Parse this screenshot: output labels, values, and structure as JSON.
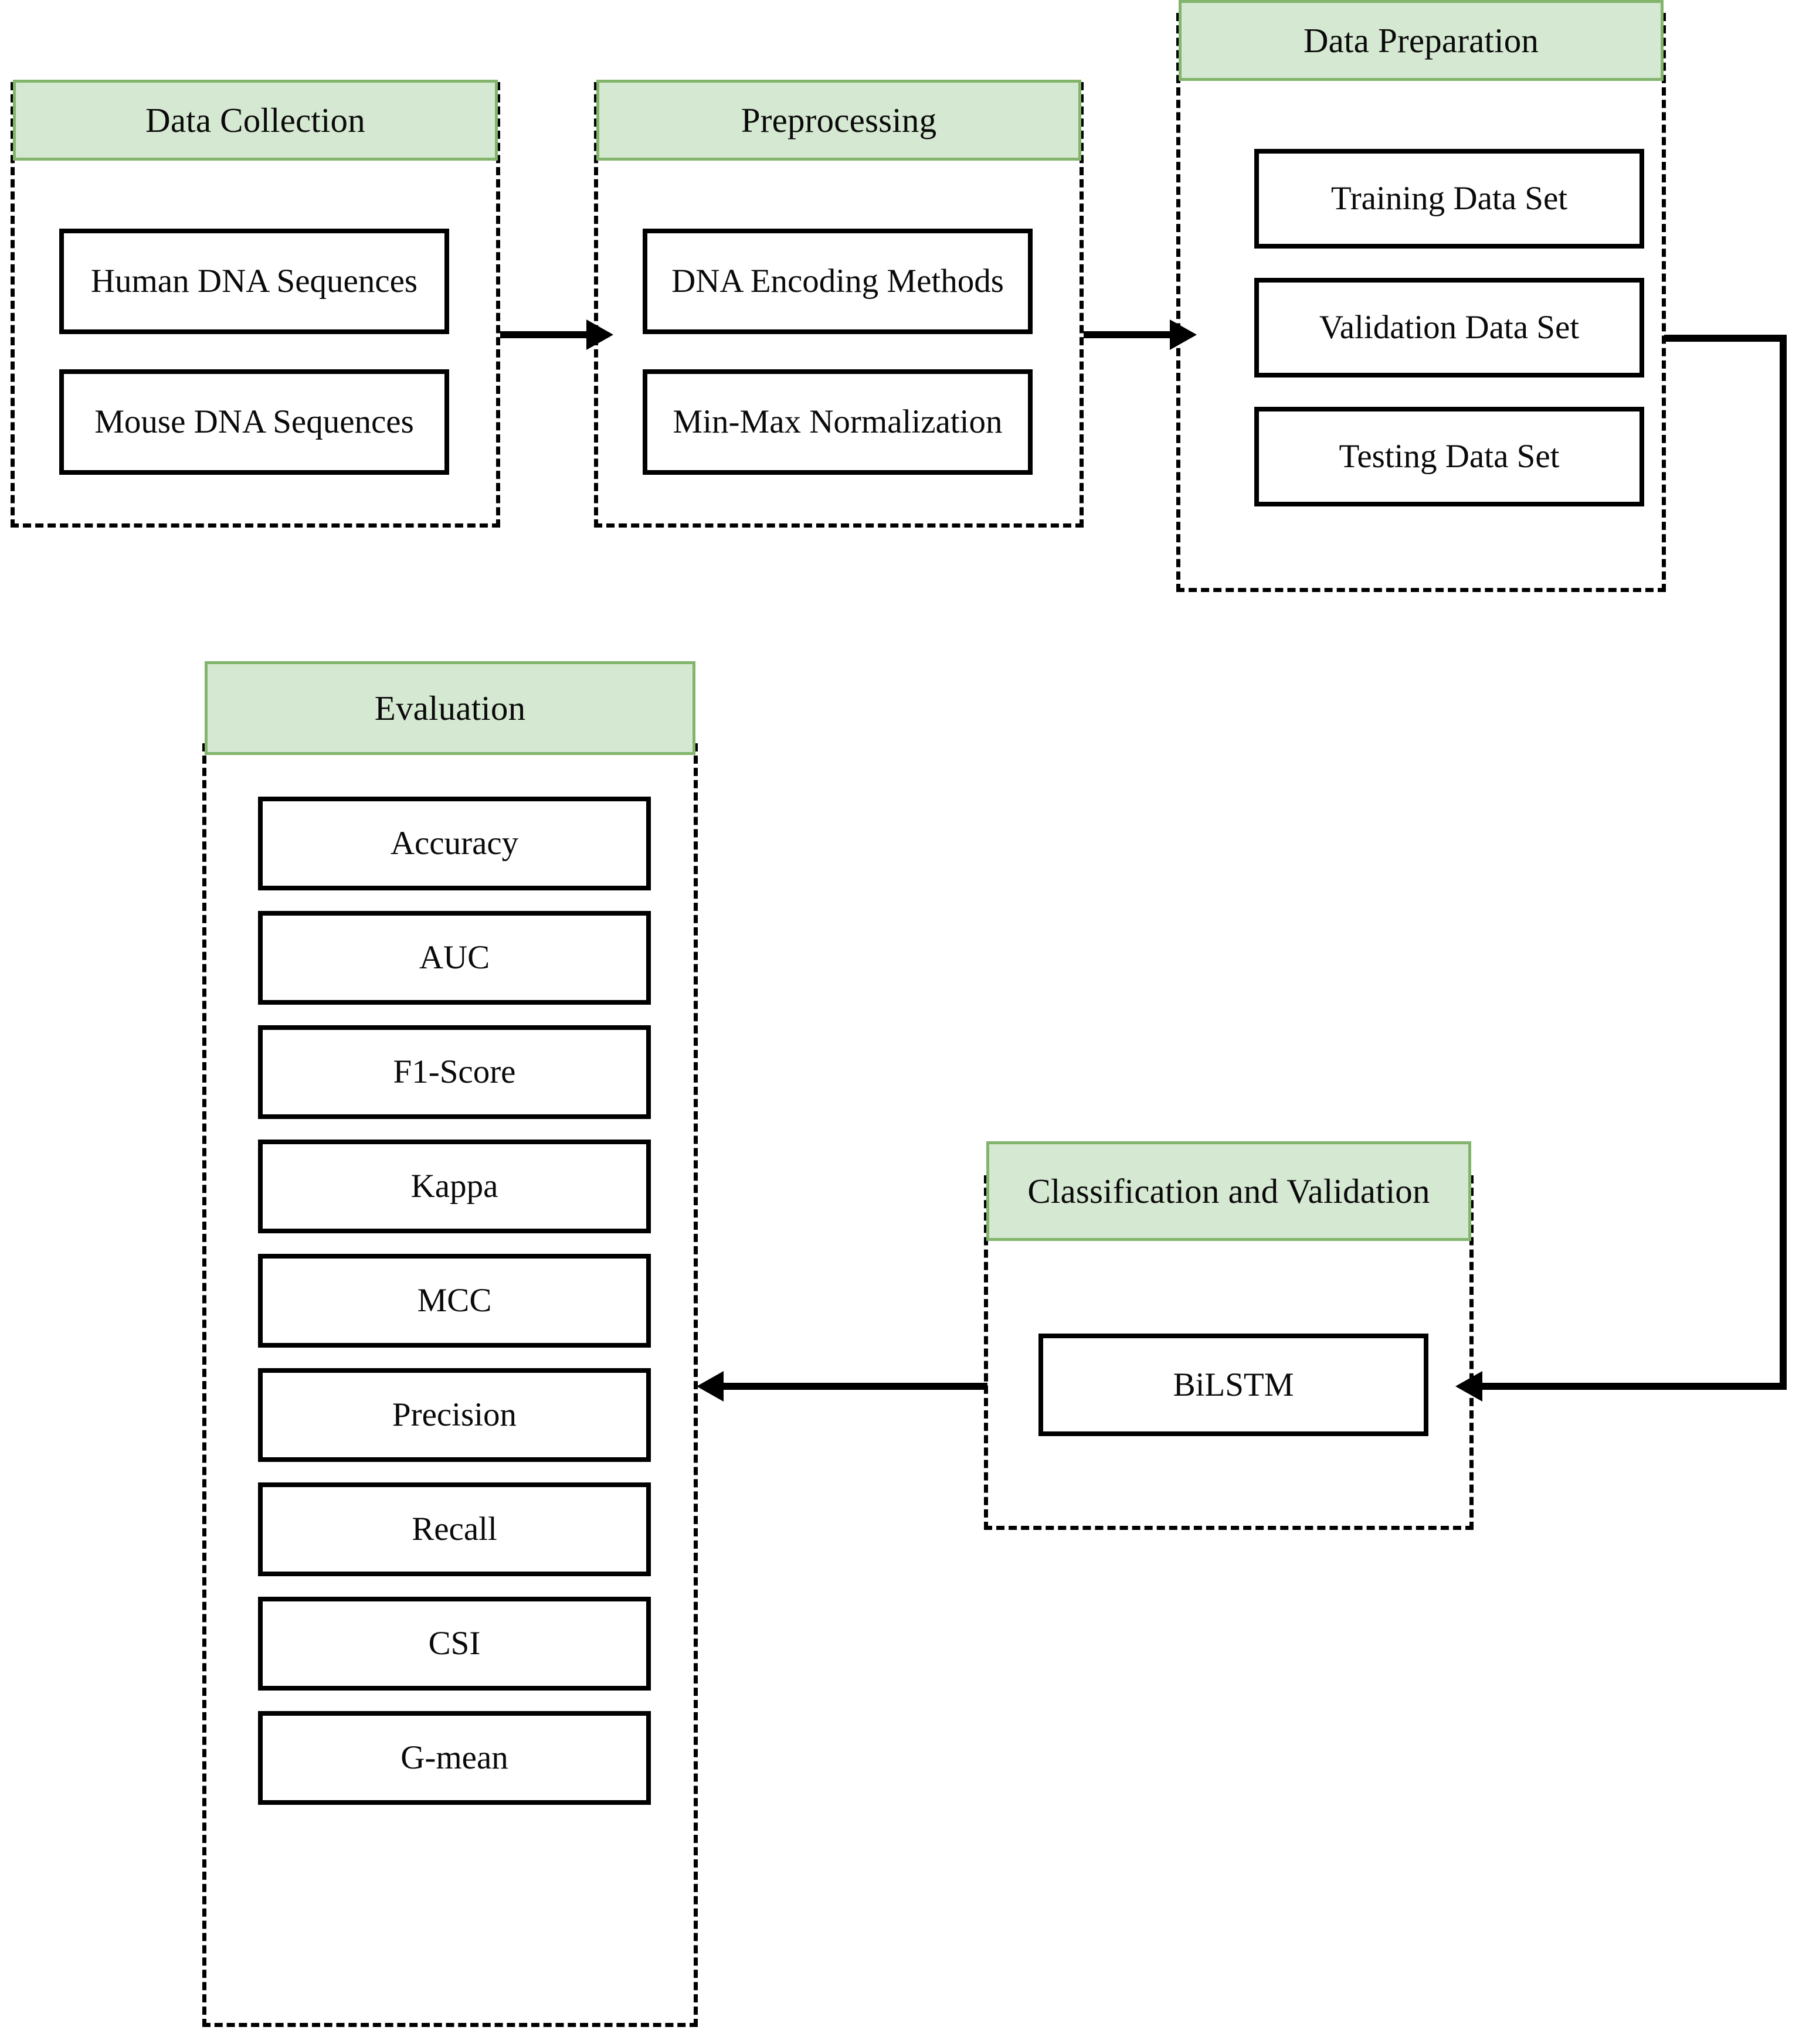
{
  "diagram": {
    "title": "DNA sequence classification methodology flowchart",
    "accent_header_fill": "#d5e8d1",
    "accent_header_border": "#82b46c",
    "node_border": "#000000",
    "container_border_style": "dashed"
  },
  "stages": {
    "data_collection": {
      "header": "Data Collection",
      "items": [
        {
          "label": "Human DNA Sequences"
        },
        {
          "label": "Mouse DNA Sequences"
        }
      ]
    },
    "preprocessing": {
      "header": "Preprocessing",
      "items": [
        {
          "label": "DNA Encoding Methods"
        },
        {
          "label": "Min-Max Normalization"
        }
      ]
    },
    "data_preparation": {
      "header": "Data Preparation",
      "items": [
        {
          "label": "Training Data Set"
        },
        {
          "label": "Validation Data Set"
        },
        {
          "label": "Testing Data Set"
        }
      ]
    },
    "classification_and_validation": {
      "header": "Classification and Validation",
      "items": [
        {
          "label": "BiLSTM"
        }
      ]
    },
    "evaluation": {
      "header": "Evaluation",
      "items": [
        {
          "label": "Accuracy"
        },
        {
          "label": "AUC"
        },
        {
          "label": "F1-Score"
        },
        {
          "label": "Kappa"
        },
        {
          "label": "MCC"
        },
        {
          "label": "Precision"
        },
        {
          "label": "Recall"
        },
        {
          "label": "CSI"
        },
        {
          "label": "G-mean"
        }
      ]
    }
  },
  "connectors": [
    {
      "name": "collection-to-preprocessing",
      "direction": "right"
    },
    {
      "name": "preprocessing-to-preparation",
      "direction": "right"
    },
    {
      "name": "preparation-to-classification",
      "direction": "left"
    },
    {
      "name": "classification-to-evaluation",
      "direction": "left"
    }
  ]
}
